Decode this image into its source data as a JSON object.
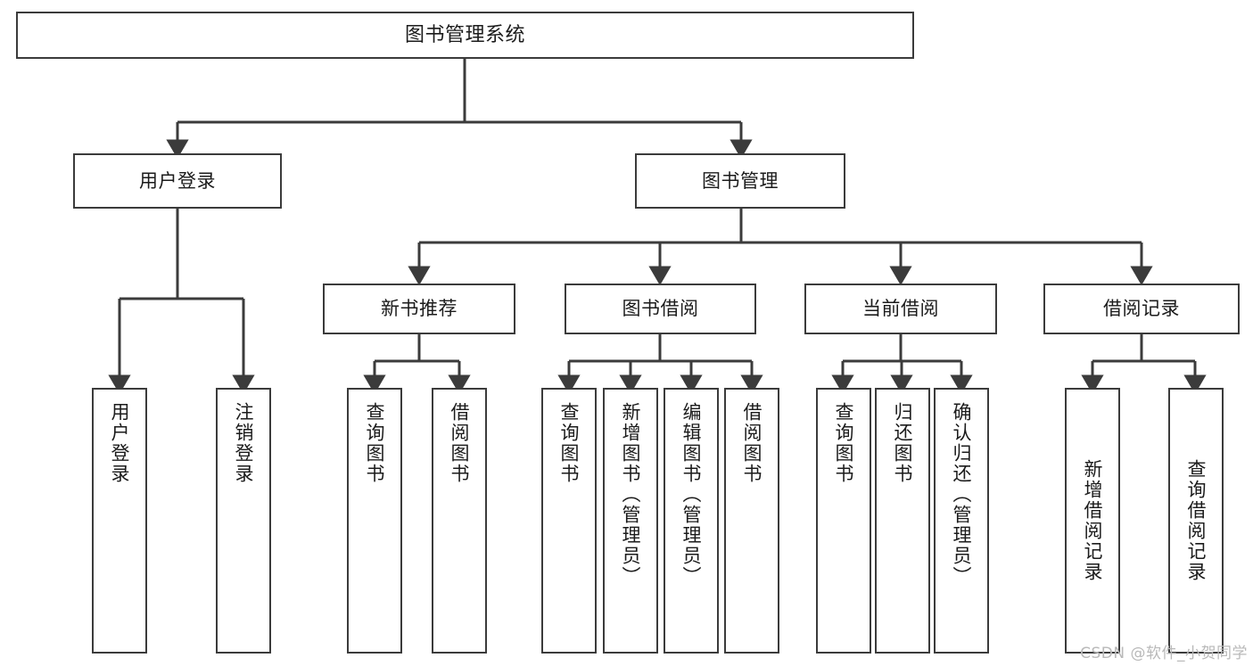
{
  "diagram": {
    "type": "tree",
    "title": "图书管理系统",
    "orientation": "top-down",
    "colors": {
      "box_border": "#3b3b3b",
      "box_fill": "#ffffff",
      "line": "#3b3b3b",
      "text": "#1b1b1b",
      "watermark": "#b9b9b9"
    },
    "root": {
      "id": "root",
      "label": "图书管理系统"
    },
    "level2": [
      {
        "id": "user-login",
        "label": "用户登录"
      },
      {
        "id": "book-manage",
        "label": "图书管理"
      }
    ],
    "level3": [
      {
        "id": "new-book-recommend",
        "label": "新书推荐",
        "parent": "book-manage"
      },
      {
        "id": "book-borrow",
        "label": "图书借阅",
        "parent": "book-manage"
      },
      {
        "id": "current-borrow",
        "label": "当前借阅",
        "parent": "book-manage"
      },
      {
        "id": "borrow-record",
        "label": "借阅记录",
        "parent": "book-manage"
      }
    ],
    "leaves": {
      "user-login": [
        {
          "id": "leaf-user-login",
          "label": "用户登录"
        },
        {
          "id": "leaf-user-logout",
          "label": "注销登录"
        }
      ],
      "new-book-recommend": [
        {
          "id": "leaf-query-book-1",
          "label": "查询图书"
        },
        {
          "id": "leaf-borrow-book-1",
          "label": "借阅图书"
        }
      ],
      "book-borrow": [
        {
          "id": "leaf-query-book-2",
          "label": "查询图书"
        },
        {
          "id": "leaf-add-book",
          "label": "新增图书（管理员）"
        },
        {
          "id": "leaf-edit-book",
          "label": "编辑图书（管理员）"
        },
        {
          "id": "leaf-borrow-book-2",
          "label": "借阅图书"
        }
      ],
      "current-borrow": [
        {
          "id": "leaf-query-book-3",
          "label": "查询图书"
        },
        {
          "id": "leaf-return-book",
          "label": "归还图书"
        },
        {
          "id": "leaf-confirm-return",
          "label": "确认归还（管理员）"
        }
      ],
      "borrow-record": [
        {
          "id": "leaf-add-record",
          "label": "新增借阅记录"
        },
        {
          "id": "leaf-query-record",
          "label": "查询借阅记录"
        }
      ]
    }
  },
  "watermark": {
    "text": "CSDN @软件_小贺同学"
  }
}
